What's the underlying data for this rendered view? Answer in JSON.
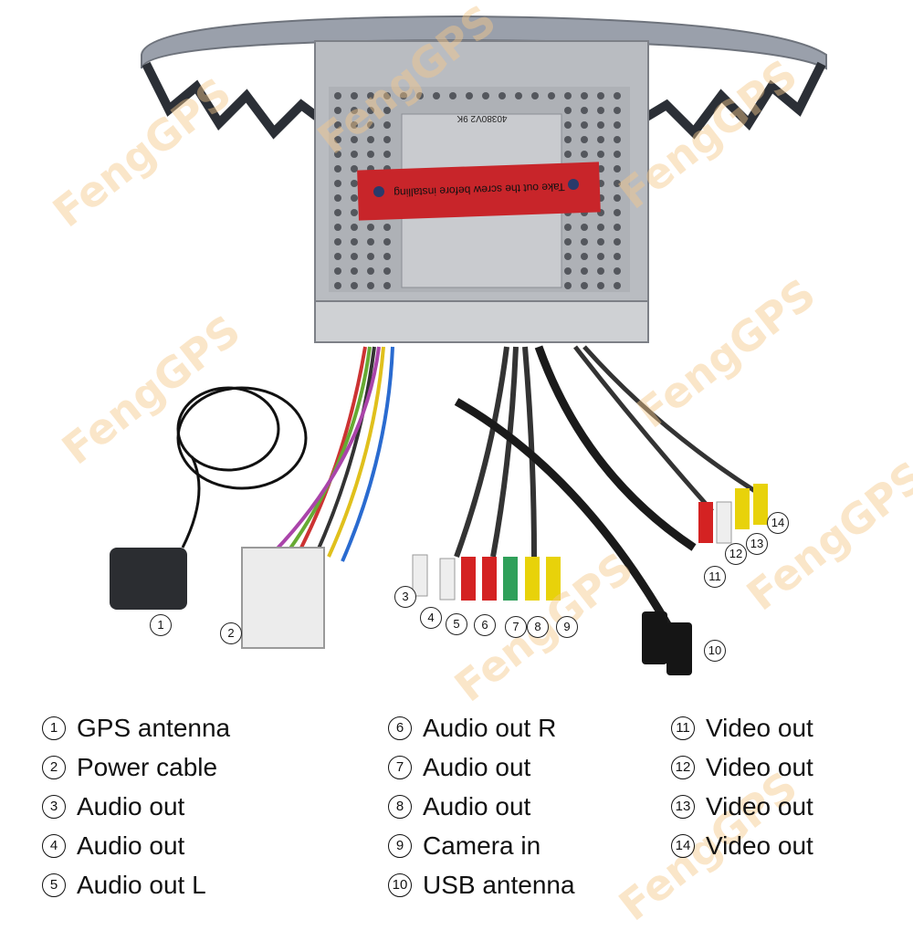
{
  "product": {
    "label_top": "40380V2 9K",
    "sticker_text": "Take out the screw before installing"
  },
  "watermark": {
    "text": "FengGPS"
  },
  "callouts": [
    "1",
    "2",
    "3",
    "4",
    "5",
    "6",
    "7",
    "8",
    "9",
    "10",
    "11",
    "12",
    "13",
    "14"
  ],
  "legend": [
    {
      "num": "1",
      "label": "GPS antenna"
    },
    {
      "num": "2",
      "label": "Power cable"
    },
    {
      "num": "3",
      "label": "Audio out"
    },
    {
      "num": "4",
      "label": "Audio out"
    },
    {
      "num": "5",
      "label": "Audio out L"
    },
    {
      "num": "6",
      "label": "Audio out R"
    },
    {
      "num": "7",
      "label": "Audio out"
    },
    {
      "num": "8",
      "label": "Audio out"
    },
    {
      "num": "9",
      "label": "Camera in"
    },
    {
      "num": "10",
      "label": "USB antenna"
    },
    {
      "num": "11",
      "label": "Video out"
    },
    {
      "num": "12",
      "label": "Video out"
    },
    {
      "num": "13",
      "label": "Video out"
    },
    {
      "num": "14",
      "label": "Video out"
    }
  ]
}
